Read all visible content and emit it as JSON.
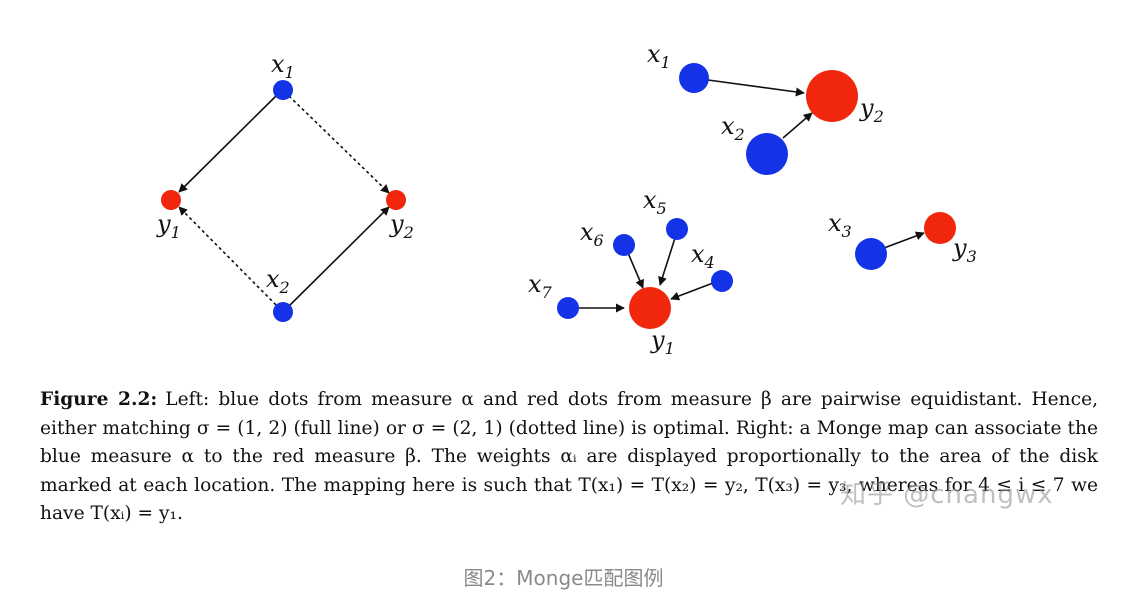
{
  "left_panel": {
    "nodes": [
      {
        "id": "x1",
        "base": "x",
        "sub": "1",
        "color": "#1533e6"
      },
      {
        "id": "x2",
        "base": "x",
        "sub": "2",
        "color": "#1533e6"
      },
      {
        "id": "y1",
        "base": "y",
        "sub": "1",
        "color": "#f0260d"
      },
      {
        "id": "y2",
        "base": "y",
        "sub": "2",
        "color": "#f0260d"
      }
    ],
    "edges": [
      {
        "from": "x1",
        "to": "y1",
        "style": "solid"
      },
      {
        "from": "x2",
        "to": "y2",
        "style": "solid"
      },
      {
        "from": "x1",
        "to": "y2",
        "style": "dotted"
      },
      {
        "from": "x2",
        "to": "y1",
        "style": "dotted"
      }
    ]
  },
  "right_panel": {
    "nodes": [
      {
        "id": "x1",
        "base": "x",
        "sub": "1"
      },
      {
        "id": "x2",
        "base": "x",
        "sub": "2"
      },
      {
        "id": "y2",
        "base": "y",
        "sub": "2"
      },
      {
        "id": "x3",
        "base": "x",
        "sub": "3"
      },
      {
        "id": "y3",
        "base": "y",
        "sub": "3"
      },
      {
        "id": "x4",
        "base": "x",
        "sub": "4"
      },
      {
        "id": "x5",
        "base": "x",
        "sub": "5"
      },
      {
        "id": "x6",
        "base": "x",
        "sub": "6"
      },
      {
        "id": "x7",
        "base": "x",
        "sub": "7"
      },
      {
        "id": "y1",
        "base": "y",
        "sub": "1"
      }
    ],
    "edges": [
      {
        "from": "x1",
        "to": "y2"
      },
      {
        "from": "x2",
        "to": "y2"
      },
      {
        "from": "x3",
        "to": "y3"
      },
      {
        "from": "x4",
        "to": "y1"
      },
      {
        "from": "x5",
        "to": "y1"
      },
      {
        "from": "x6",
        "to": "y1"
      },
      {
        "from": "x7",
        "to": "y1"
      }
    ]
  },
  "caption": {
    "label": "Figure 2.2:",
    "text": "Left: blue dots from measure α and red dots from measure β are pairwise equidistant. Hence, either matching σ = (1, 2) (full line) or σ = (2, 1) (dotted line) is optimal. Right: a Monge map can associate the blue measure α to the red measure β. The weights αᵢ are displayed proportionally to the area of the disk marked at each location. The mapping here is such that T(x₁) = T(x₂) = y₂, T(x₃) = y₃, whereas for 4 ≤ i ≤ 7 we have T(xᵢ) = y₁."
  },
  "watermark": "知乎 @changwx",
  "figure_caption": "图2：Monge匹配图例"
}
